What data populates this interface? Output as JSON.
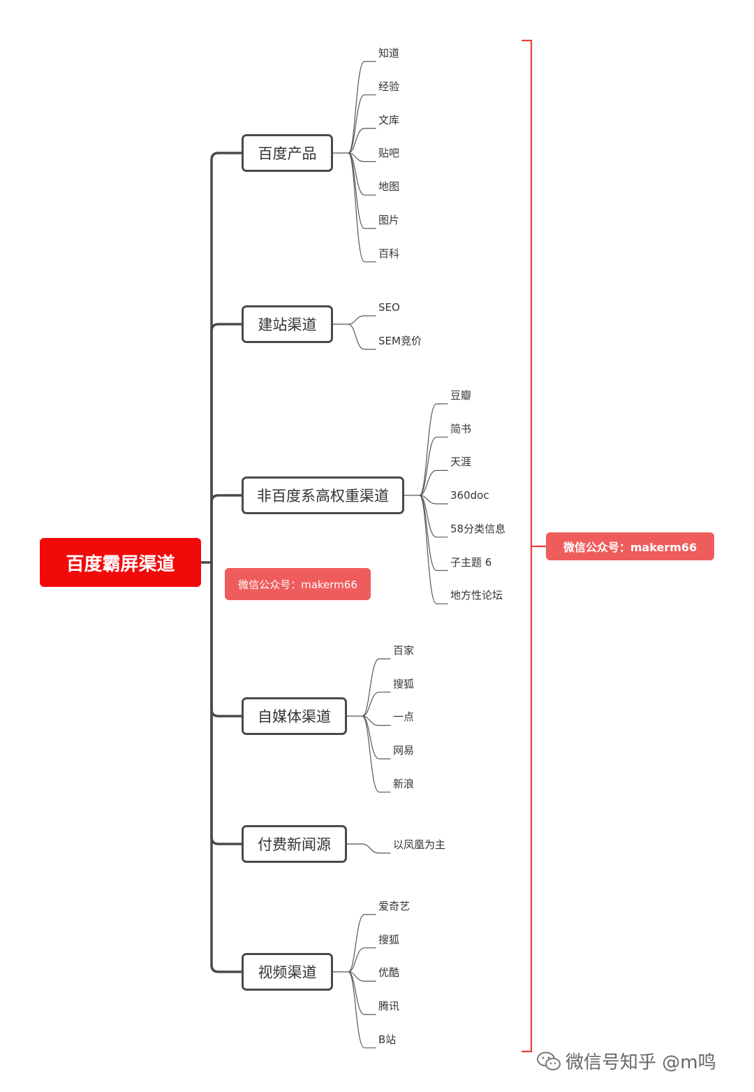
{
  "root": {
    "label": "百度霸屏渠道"
  },
  "branches": [
    {
      "label": "百度产品",
      "children": [
        "知道",
        "经验",
        "文库",
        "贴吧",
        "地图",
        "图片",
        "百科"
      ]
    },
    {
      "label": "建站渠道",
      "children": [
        "SEO",
        "SEM竞价"
      ]
    },
    {
      "label": "非百度系高权重渠道",
      "children": [
        "豆瓣",
        "简书",
        "天涯",
        "360doc",
        "58分类信息",
        "子主题 6",
        "地方性论坛"
      ]
    },
    {
      "label": "自媒体渠道",
      "children": [
        "百家",
        "搜狐",
        "一点",
        "网易",
        "新浪"
      ]
    },
    {
      "label": "付费新闻源",
      "children": [
        "以凤凰为主"
      ]
    },
    {
      "label": "视频渠道",
      "children": [
        "爱奇艺",
        "搜狐",
        "优酷",
        "腾讯",
        "B站"
      ]
    }
  ],
  "callouts": {
    "left": "微信公众号：makerm66",
    "right": "微信公众号：makerm66"
  },
  "watermark": {
    "text": "微信号知乎 @m鸣",
    "icon": "wechat-icon"
  },
  "colors": {
    "root": "#f20a0a",
    "badge": "#ef5c5c",
    "bracket": "#e4403a",
    "line": "#4a4a4a"
  }
}
